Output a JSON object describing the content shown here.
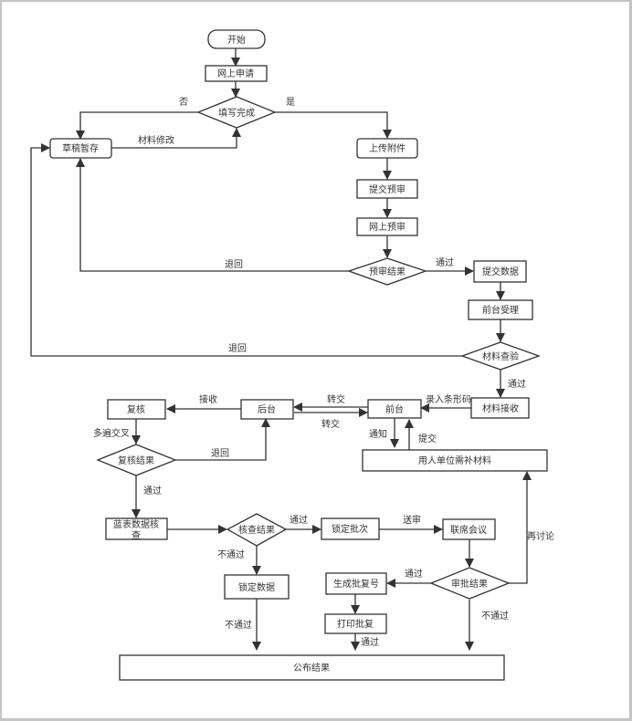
{
  "diagram": {
    "type": "flowchart",
    "nodes": {
      "start": "开始",
      "apply_online": "网上申请",
      "fill_complete": "填写完成",
      "draft_save": "草稿暂存",
      "upload_attachment": "上传附件",
      "submit_precheck": "提交预审",
      "online_precheck": "网上预审",
      "precheck_result": "预审结果",
      "submit_data": "提交数据",
      "front_accept": "前台受理",
      "material_check": "材料查验",
      "material_receive": "材料接收",
      "front_desk": "前台",
      "back_office": "后台",
      "review": "复核",
      "review_result": "复核结果",
      "supplement_material": "用人单位需补材料",
      "blue_table_check_line1": "蓝表数据核",
      "blue_table_check_line2": "查",
      "check_result": "核查结果",
      "lock_batch": "锁定批次",
      "joint_meeting": "联席会议",
      "approval_result": "审批结果",
      "generate_approval_no": "生成批复号",
      "print_approval": "打印批复",
      "lock_data": "锁定数据",
      "publish_result": "公布结果"
    },
    "edge_labels": {
      "no": "否",
      "yes": "是",
      "material_modify": "材料修改",
      "return_precheck": "退回",
      "pass_precheck": "通过",
      "return_material": "退回",
      "pass_material": "通过",
      "barcode": "录入条形码",
      "transfer_to_back": "转交",
      "transfer_to_front": "转交",
      "receive": "接收",
      "multi_cross": "多遍交叉",
      "return_review": "退回",
      "notify": "通知",
      "submit": "提交",
      "pass_review": "通过",
      "pass_check": "通过",
      "fail_check": "不通过",
      "send_review": "送审",
      "rediscuss": "再讨论",
      "pass_approval": "通过",
      "fail_approval": "不通过",
      "fail_lock_data": "不通过",
      "pass_print": "通过"
    }
  }
}
